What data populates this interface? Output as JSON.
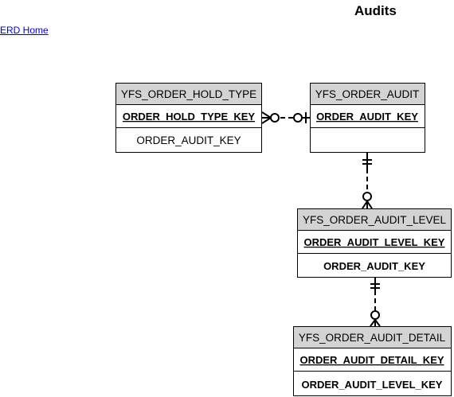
{
  "page": {
    "title": "Audits",
    "home_link": "ERD Home"
  },
  "entities": {
    "hold_type": {
      "name": "YFS_ORDER_HOLD_TYPE",
      "key": "ORDER_HOLD_TYPE_KEY",
      "fields": [
        "ORDER_AUDIT_KEY"
      ]
    },
    "audit": {
      "name": "YFS_ORDER_AUDIT",
      "key": "ORDER_AUDIT_KEY",
      "fields": []
    },
    "audit_level": {
      "name": "YFS_ORDER_AUDIT_LEVEL",
      "key": "ORDER_AUDIT_LEVEL_KEY",
      "fields": [
        "ORDER_AUDIT_KEY"
      ]
    },
    "audit_detail": {
      "name": "YFS_ORDER_AUDIT_DETAIL",
      "key": "ORDER_AUDIT_DETAIL_KEY",
      "fields": [
        "ORDER_AUDIT_LEVEL_KEY"
      ]
    }
  },
  "colors": {
    "header_fill": "#d3d3d3",
    "link": "#0000ee"
  }
}
